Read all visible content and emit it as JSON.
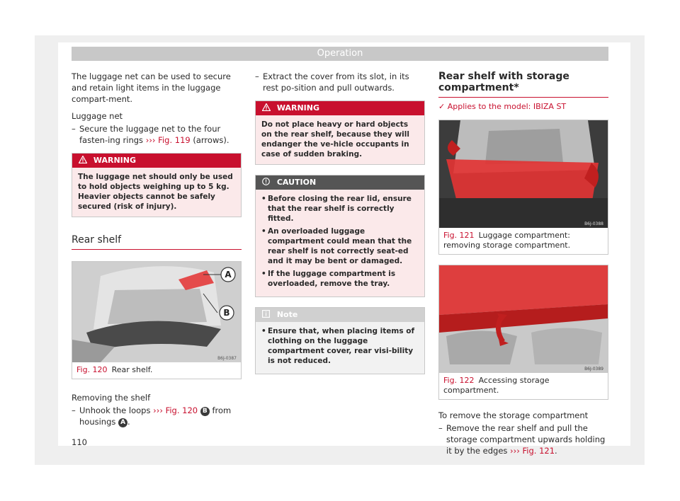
{
  "header": {
    "title": "Operation"
  },
  "col1": {
    "intro": "The luggage net can be used to secure and retain light items in the luggage compart-ment.",
    "net_heading": "Luggage net",
    "net_step_text": "Secure the luggage net to the four fasten-ing rings",
    "net_step_ref": "››› Fig. 119",
    "net_step_tail": "(arrows).",
    "warning1": {
      "label": "WARNING",
      "text": "The luggage net should only be used to hold objects weighing up to 5 kg. Heavier objects cannot be safely secured (risk of injury)."
    },
    "rear_shelf_title": "Rear shelf",
    "fig120": {
      "num": "Fig. 120",
      "caption": "Rear shelf.",
      "code": "B6J-0387",
      "label_a": "A",
      "label_b": "B"
    },
    "remove_heading": "Removing the shelf",
    "remove_step_pre": "Unhook the loops",
    "remove_step_ref": "››› Fig. 120",
    "remove_step_mid": "from housings",
    "remove_circle_b": "B",
    "remove_circle_a": "A",
    "remove_step_end": "."
  },
  "col2": {
    "extract_step": "Extract the cover from its slot, in its rest po-sition and pull outwards.",
    "warning2": {
      "label": "WARNING",
      "text": "Do not place heavy or hard objects on the rear shelf, because they will endanger the ve-hicle occupants in case of sudden braking."
    },
    "caution": {
      "label": "CAUTION",
      "items": [
        "Before closing the rear lid, ensure that the rear shelf is correctly fitted.",
        "An overloaded luggage compartment could mean that the rear shelf is not correctly seat-ed and it may be bent or damaged.",
        "If the luggage compartment is overloaded, remove the tray."
      ]
    },
    "note": {
      "label": "Note",
      "items": [
        "Ensure that, when placing items of clothing on the luggage compartment cover, rear visi-bility is not reduced."
      ]
    }
  },
  "col3": {
    "title": "Rear shelf with storage compartment*",
    "applies": "Applies to the model: IBIZA ST",
    "fig121": {
      "num": "Fig. 121",
      "caption": "Luggage compartment: removing storage compartment.",
      "code": "B6J-0388"
    },
    "fig122": {
      "num": "Fig. 122",
      "caption": "Accessing storage compartment.",
      "code": "B6J-0389"
    },
    "to_remove_heading": "To remove the storage compartment",
    "to_remove_step": "Remove the rear shelf and pull the storage compartment upwards holding it by the edges",
    "to_remove_ref": "››› Fig. 121",
    "to_remove_end": "."
  },
  "footer": {
    "page_number": "110"
  },
  "colors": {
    "accent": "#c8102e",
    "banner": "#c8c8c8",
    "caution_head": "#555555"
  },
  "icons": {
    "warning": "warning-triangle-icon",
    "caution": "caution-circle-icon",
    "note": "note-info-icon",
    "check": "check-icon"
  }
}
